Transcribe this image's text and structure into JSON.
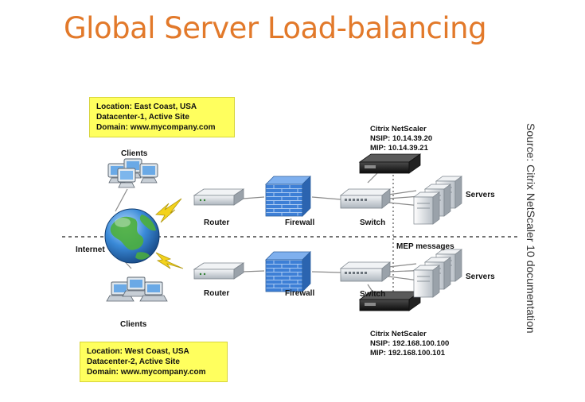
{
  "title": "Global Server Load-balancing",
  "source": "Source: Citrix NetScaler 10 documentation",
  "sites": {
    "east": {
      "location": "Location: East Coast, USA",
      "datacenter": "Datacenter-1, Active Site",
      "domain": "Domain: www.mycompany.com",
      "netscaler": {
        "name": "Citrix NetScaler",
        "nsip": "NSIP: 10.14.39.20",
        "mip": "MIP: 10.14.39.21"
      }
    },
    "west": {
      "location": "Location: West Coast, USA",
      "datacenter": "Datacenter-2, Active Site",
      "domain": "Domain: www.mycompany.com",
      "netscaler": {
        "name": "Citrix NetScaler",
        "nsip": "NSIP: 192.168.100.100",
        "mip": "MIP: 192.168.100.101"
      }
    }
  },
  "labels": {
    "clients": "Clients",
    "internet": "Internet",
    "router": "Router",
    "firewall": "Firewall",
    "switch": "Switch",
    "servers": "Servers",
    "mep": "MEP messages"
  },
  "colors": {
    "title": "#e2792a",
    "note_bg": "#ffff5e",
    "bolt": "#f3d21c",
    "firewall": "#3d7fd6",
    "globe": "#2a78c8"
  },
  "icons": [
    "client-monitor-icon",
    "laptop-icon",
    "globe-icon",
    "lightning-bolt-icon",
    "router-icon",
    "firewall-icon",
    "switch-icon",
    "netscaler-appliance-icon",
    "server-tower-icon"
  ]
}
